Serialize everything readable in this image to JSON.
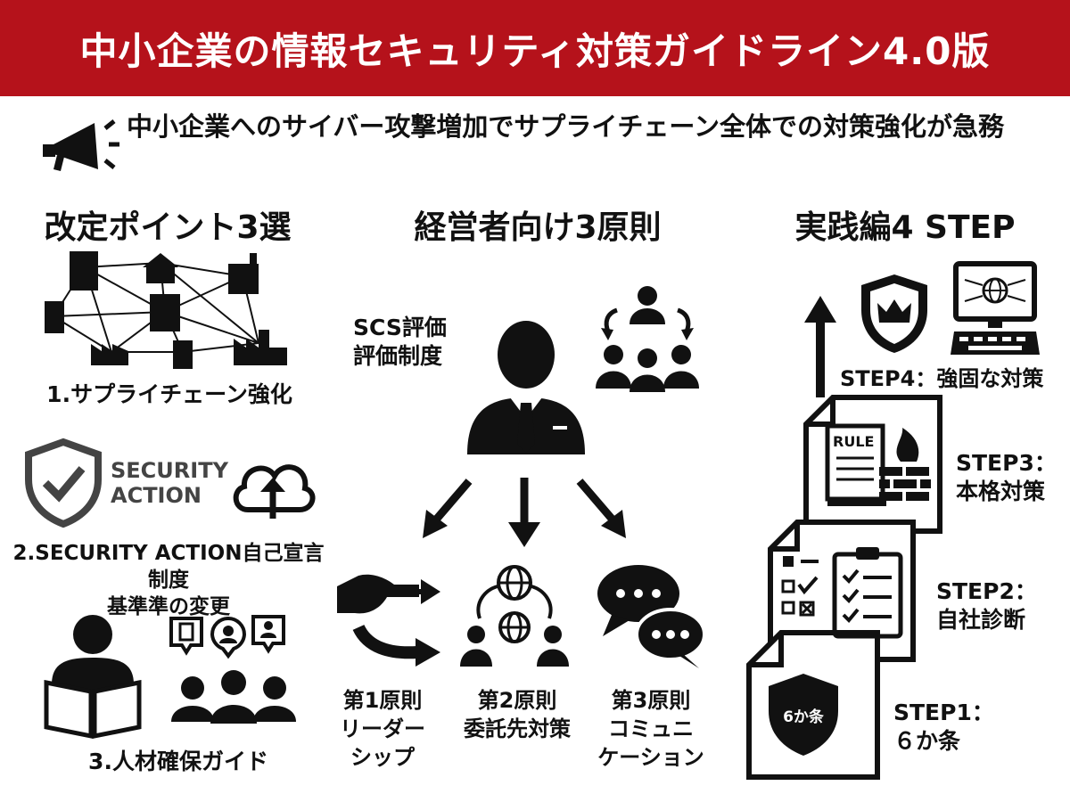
{
  "title": "中小企業の情報セキュリティ対策ガイドライン4.0版",
  "subtitle": "中小企業へのサイバー攻撃増加でサプライチェーン全体での対策強化が急務",
  "icons": {
    "megaphone": "megaphone-icon"
  },
  "colors": {
    "banner": "#b5121b",
    "text": "#111111"
  },
  "left": {
    "heading": "改定ポイント3選",
    "item1": "1.サプライチェーン強化",
    "security_action_line1": "SECURITY",
    "security_action_line2": "ACTION",
    "item2_line1": "2.SECURITY ACTION自己宣言制度",
    "item2_line2": "基準準の変更",
    "item3": "3.人材確保ガイド"
  },
  "center": {
    "heading": "経営者向け3原則",
    "scs_line1": "SCS評価",
    "scs_line2": "評価制度",
    "p1_line1": "第1原則",
    "p1_line2": "リーダー",
    "p1_line3": "シップ",
    "p2_line1": "第2原則",
    "p2_line2": "委託先対策",
    "p3_line1": "第3原則",
    "p3_line2": "コミュニ",
    "p3_line3": "ケーション"
  },
  "right": {
    "heading": "実践編4 STEP",
    "step4": "STEP4：強固な対策",
    "step3_line1": "STEP3：",
    "step3_line2": "本格対策",
    "step2_line1": "STEP2：",
    "step2_line2": "自社診断",
    "step1_line1": "STEP1：",
    "step1_line2": "６か条",
    "rule_label": "RULE",
    "shield_label": "6か条"
  }
}
